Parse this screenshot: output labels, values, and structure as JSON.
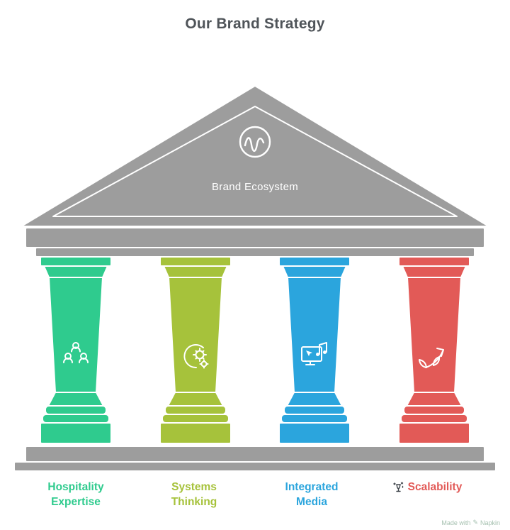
{
  "title": "Our Brand Strategy",
  "temple": {
    "color": "#9d9d9d",
    "outline_color": "#ffffff",
    "pediment_label": "Brand Ecosystem",
    "logo_icon": "scribble-wave-icon"
  },
  "pillars": [
    {
      "label": "Hospitality Expertise",
      "label_lines": [
        "Hospitality",
        "Expertise"
      ],
      "color": "#2fcb8e",
      "icon": "team-people-icon"
    },
    {
      "label": "Systems Thinking",
      "label_lines": [
        "Systems",
        "Thinking"
      ],
      "color": "#a6c23b",
      "icon": "head-gear-icon"
    },
    {
      "label": "Integrated Media",
      "label_lines": [
        "Integrated",
        "Media"
      ],
      "color": "#2ba5dd",
      "icon": "monitor-music-icon"
    },
    {
      "label": "Scalability",
      "label_lines": [
        "Scalability"
      ],
      "color": "#e25a57",
      "icon": "growth-plant-icon",
      "inline_icon": "celebration-icon",
      "inline_icon_color": "#3e444a"
    }
  ],
  "watermark": {
    "text": "Made with",
    "icon_glyph": "✎",
    "brand": "Napkin"
  }
}
